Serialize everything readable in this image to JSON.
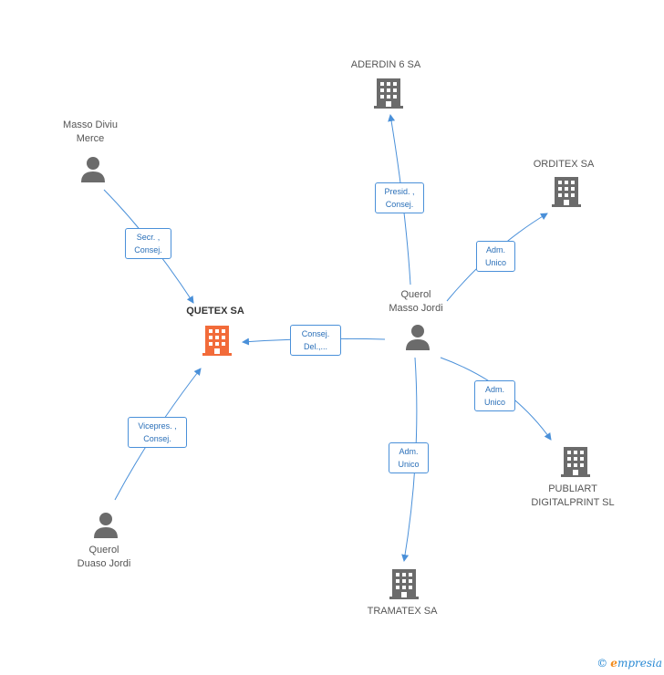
{
  "colors": {
    "edge": "#4a90d9",
    "building_main": "#f26b3a",
    "building": "#6b6b6b",
    "person": "#6b6b6b",
    "label_text": "#2a6fb8"
  },
  "nodes": {
    "quetex": {
      "label": "QUETEX SA",
      "icon": "building-main-icon"
    },
    "aderdin": {
      "label": "ADERDIN 6 SA",
      "icon": "building-icon"
    },
    "orditex": {
      "label": "ORDITEX SA",
      "icon": "building-icon"
    },
    "publiart": {
      "label": "PUBLIART\nDIGITALPRINT SL",
      "icon": "building-icon"
    },
    "tramatex": {
      "label": "TRAMATEX SA",
      "icon": "building-icon"
    },
    "masso_diviu": {
      "label": "Masso Diviu\nMerce",
      "icon": "person-icon"
    },
    "querol_masso": {
      "label": "Querol\nMasso Jordi",
      "icon": "person-icon"
    },
    "querol_duaso": {
      "label": "Querol\nDuaso Jordi",
      "icon": "person-icon"
    }
  },
  "relations": {
    "presid": "Presid. ,\nConsej.",
    "adm_orditex": "Adm.\nUnico",
    "consej_del": "Consej.\nDel.,...",
    "adm_publiart": "Adm.\nUnico",
    "adm_tramatex": "Adm.\nUnico",
    "secr": "Secr. ,\nConsej.",
    "vicepres": "Vicepres. ,\nConsej."
  },
  "footer": {
    "copyright": "©",
    "brand_first": "e",
    "brand_rest": "mpresia"
  }
}
